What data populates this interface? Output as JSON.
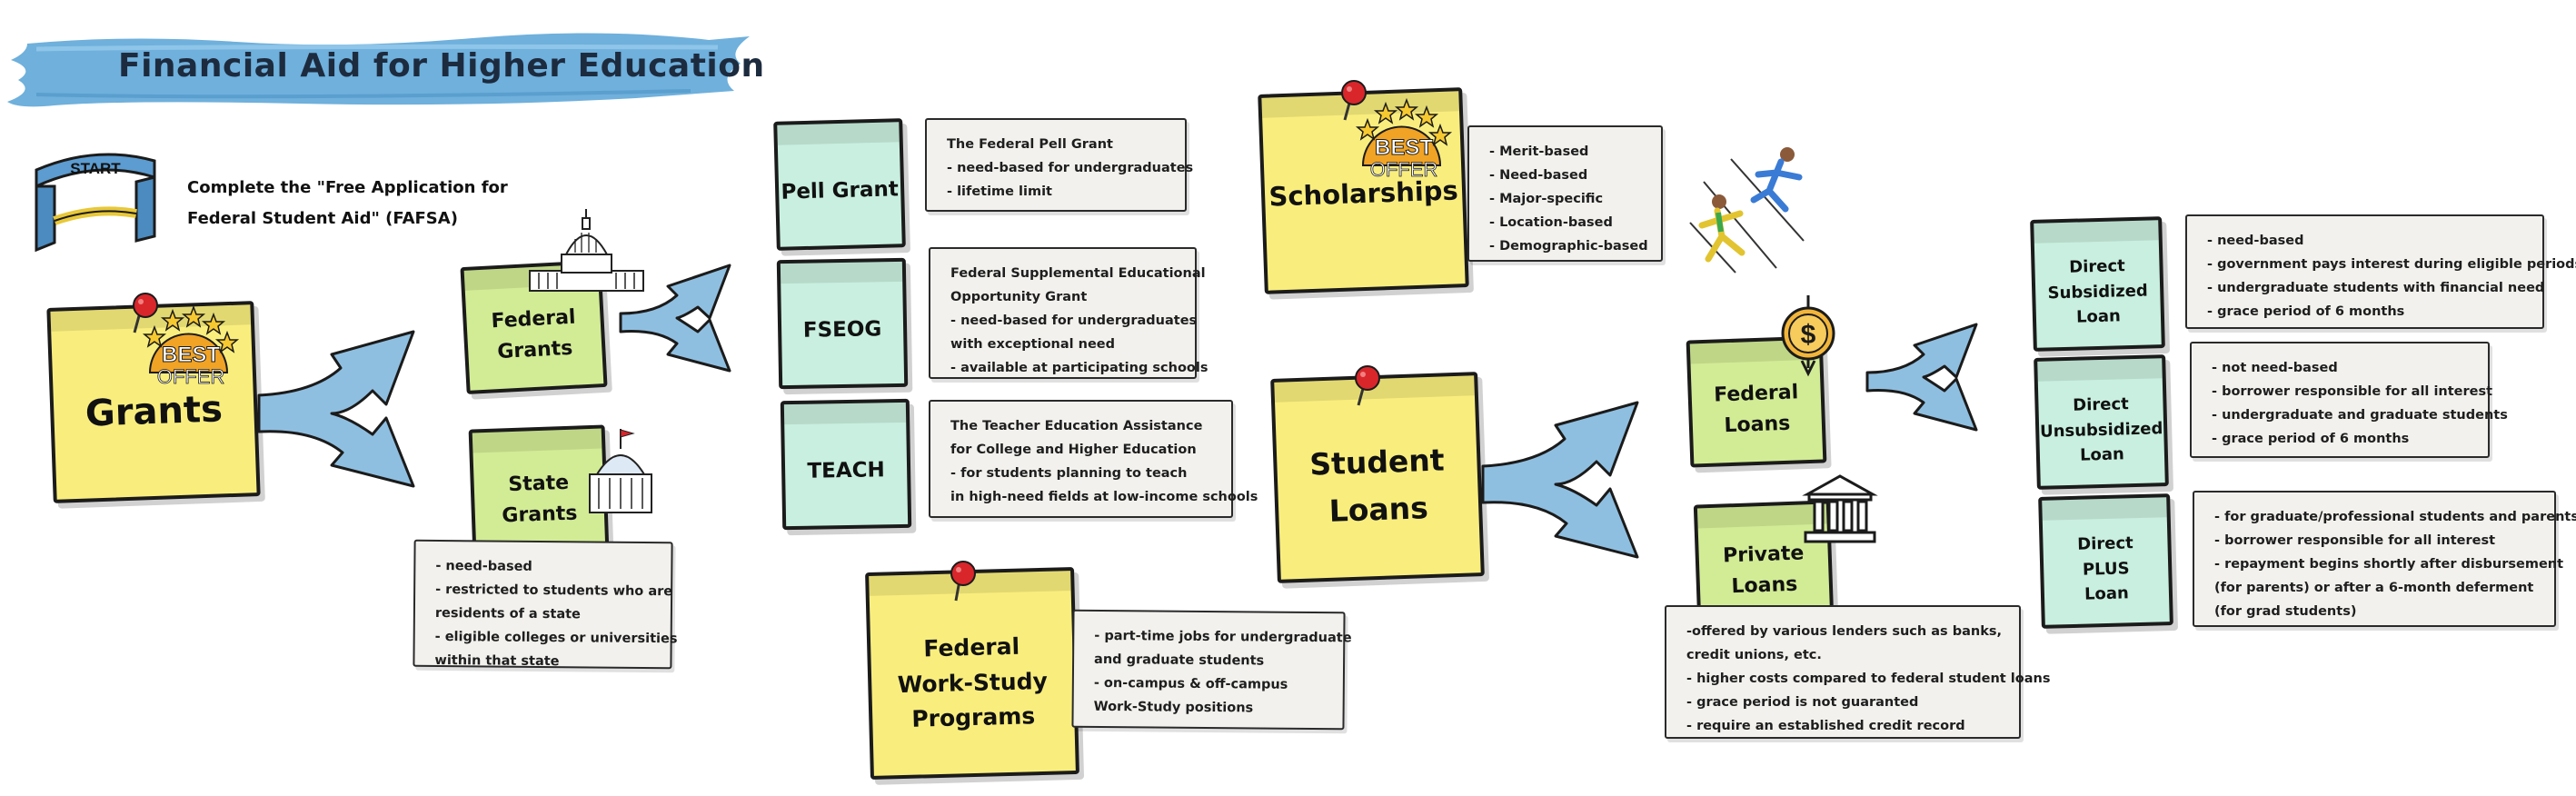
{
  "title": "Financial Aid for Higher Education",
  "fafsa": {
    "start_label": "START",
    "lines": [
      "Complete the \"Free Application for",
      "Federal Student Aid\" (FAFSA)"
    ]
  },
  "badges": {
    "best": "BEST",
    "offer": "OFFER"
  },
  "notes": {
    "grants": "Grants",
    "federal_grants": [
      "Federal",
      "Grants"
    ],
    "state_grants": [
      "State",
      "Grants"
    ],
    "pell": "Pell Grant",
    "fseog": "FSEOG",
    "teach": "TEACH",
    "scholarships": "Scholarships",
    "student_loans": [
      "Student",
      "Loans"
    ],
    "work_study": [
      "Federal",
      "Work-Study",
      "Programs"
    ],
    "federal_loans": [
      "Federal",
      "Loans"
    ],
    "private_loans": [
      "Private",
      "Loans"
    ],
    "direct_sub": [
      "Direct",
      "Subsidized",
      "Loan"
    ],
    "direct_unsub": [
      "Direct",
      "Unsubsidized",
      "Loan"
    ],
    "direct_plus": [
      "Direct",
      "PLUS",
      "Loan"
    ]
  },
  "descriptions": {
    "state": [
      "- need-based",
      "- restricted to students who are",
      "residents of a state",
      "- eligible colleges or universities",
      "within that state"
    ],
    "pell": [
      "The Federal Pell Grant",
      "- need-based for undergraduates",
      "- lifetime limit"
    ],
    "fseog": [
      "Federal Supplemental Educational",
      "Opportunity Grant",
      "- need-based for undergraduates",
      "with exceptional need",
      "- available at participating schools"
    ],
    "teach": [
      "The Teacher Education Assistance",
      "for College and Higher Education",
      "- for students planning to teach",
      "in high-need fields at  low-income schools"
    ],
    "scholarships": [
      "- Merit-based",
      "- Need-based",
      "- Major-specific",
      "- Location-based",
      "- Demographic-based"
    ],
    "work_study": [
      "- part-time jobs for undergraduate",
      "and graduate students",
      "- on-campus & off-campus",
      "Work-Study positions"
    ],
    "private": [
      "-offered by various lenders such as banks,",
      "credit unions, etc.",
      "- higher costs compared to federal student loans",
      "- grace period is not guaranted",
      "- require an established credit record"
    ],
    "direct_sub": [
      "- need-based",
      "- government pays interest during eligible periods",
      "- undergraduate students with financial need",
      "- grace period of 6 months"
    ],
    "direct_unsub": [
      "- not need-based",
      "- borrower responsible for all interest",
      "- undergraduate and graduate students",
      "- grace period of 6 months"
    ],
    "direct_plus": [
      "- for graduate/professional students and parents",
      "- borrower responsible for all interest",
      "- repayment begins shortly after disbursement",
      "(for parents) or after a 6-month deferment",
      "(for grad students)"
    ]
  },
  "icons": {
    "arrow": "split-arrow-icon",
    "pin": "push-pin-icon",
    "capitol": "capitol-building-icon",
    "statehouse": "state-house-icon",
    "bank": "bank-icon",
    "dollar": "dollar-coin-icon",
    "runner": "runner-icon",
    "gate": "start-gate-icon"
  },
  "colors": {
    "banner": "#6fb0dc",
    "arrow": "#8fbfe0",
    "yellow_note": "#f9ee7d",
    "green_note": "#d2ec95",
    "mint_note": "#c8efdf",
    "pin": "#d9262b",
    "badge": "#f0a324"
  }
}
